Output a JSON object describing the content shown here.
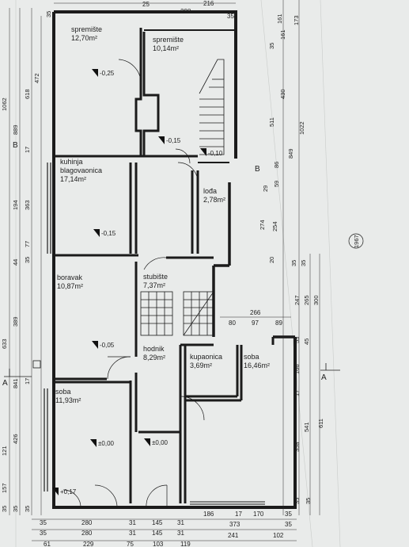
{
  "rooms": [
    {
      "key": "spremiste1",
      "name": "spremište",
      "area": "12,70m²"
    },
    {
      "key": "spremiste2",
      "name": "spremište",
      "area": "10,14m²"
    },
    {
      "key": "kuhinja",
      "name": "kuhinja",
      "name2": "blagovaonica",
      "area": "17,14m²"
    },
    {
      "key": "loda",
      "name": "lođa",
      "area": "2,78m²"
    },
    {
      "key": "boravak",
      "name": "boravak",
      "area": "10,87m²"
    },
    {
      "key": "stubiste",
      "name": "stubište",
      "area": "7,37m²"
    },
    {
      "key": "hodnik",
      "name": "hodnik",
      "area": "8,29m²"
    },
    {
      "key": "kupaonica",
      "name": "kupaonica",
      "area": "3,69m²"
    },
    {
      "key": "soba1",
      "name": "soba",
      "area": "16,46m²"
    },
    {
      "key": "soba2",
      "name": "soba",
      "area": "11,93m²"
    }
  ],
  "levels": [
    "-0,25",
    "-0,15",
    "-0,10",
    "-0,15",
    "-0,05",
    "±0,00",
    "±0,00",
    "+0,17"
  ],
  "section_marks": [
    "B",
    "B",
    "A",
    "A"
  ],
  "dims_top": [
    "25",
    "298",
    "216",
    "35"
  ],
  "dims_bottom_row1": [
    "35",
    "280",
    "31",
    "145",
    "31",
    "186",
    "17",
    "170",
    "35"
  ],
  "dims_bottom_row2": [
    "35",
    "280",
    "31",
    "145",
    "31",
    "373",
    "35"
  ],
  "dims_bottom_row3": [
    "61",
    "229",
    "75",
    "103",
    "119",
    "241",
    "102"
  ],
  "dims_left_outer": [
    "1062",
    "633",
    "121",
    "157",
    "35"
  ],
  "dims_left_mid": [
    "889",
    "841",
    "35"
  ],
  "dims_left_inner": [
    "618",
    "472",
    "17",
    "194",
    "363",
    "77",
    "44",
    "35",
    "389",
    "17",
    "426",
    "35"
  ],
  "dims_left_small": [
    "35"
  ],
  "dims_right_outer": [
    "1022",
    "611"
  ],
  "dims_right_mid": [
    "511",
    "849",
    "274",
    "35",
    "247",
    "265",
    "300",
    "541"
  ],
  "dims_right_inner": [
    "161",
    "161",
    "173",
    "35",
    "430",
    "86",
    "29",
    "59",
    "254",
    "20",
    "35",
    "53",
    "45",
    "166",
    "17",
    "358",
    "35",
    "35"
  ],
  "dims_stair_right": [
    "266",
    "80",
    "97",
    "89"
  ],
  "circle_label": "1967"
}
